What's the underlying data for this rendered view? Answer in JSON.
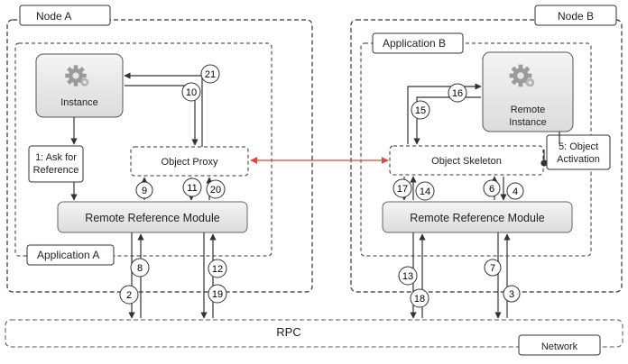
{
  "nodes": {
    "a": {
      "label": "Node A"
    },
    "b": {
      "label": "Node B"
    }
  },
  "applications": {
    "a": {
      "label": "Application A"
    },
    "b": {
      "label": "Application B"
    }
  },
  "boxes": {
    "instance": "Instance",
    "remote_instance_line1": "Remote",
    "remote_instance_line2": "Instance",
    "object_proxy": "Object Proxy",
    "object_skeleton": "Object Skeleton",
    "rrm_a": "Remote Reference Module",
    "rrm_b": "Remote Reference Module",
    "ask_ref_line1": "1: Ask for",
    "ask_ref_line2": "Reference",
    "obj_act_line1": "5: Object",
    "obj_act_line2": "Activation",
    "rpc": "RPC",
    "network": "Network"
  },
  "steps": {
    "s2": "2",
    "s3": "3",
    "s4": "4",
    "s6": "6",
    "s7": "7",
    "s8": "8",
    "s9": "9",
    "s10": "10",
    "s11": "11",
    "s12": "12",
    "s13": "13",
    "s14": "14",
    "s15": "15",
    "s16": "16",
    "s17": "17",
    "s18": "18",
    "s19": "19",
    "s20": "20",
    "s21": "21"
  },
  "icons": [
    "gear-icon",
    "gear-icon"
  ],
  "colors": {
    "connector": "#d94a3a",
    "lines": "#333333",
    "boxFill": "#e9e9e9"
  }
}
